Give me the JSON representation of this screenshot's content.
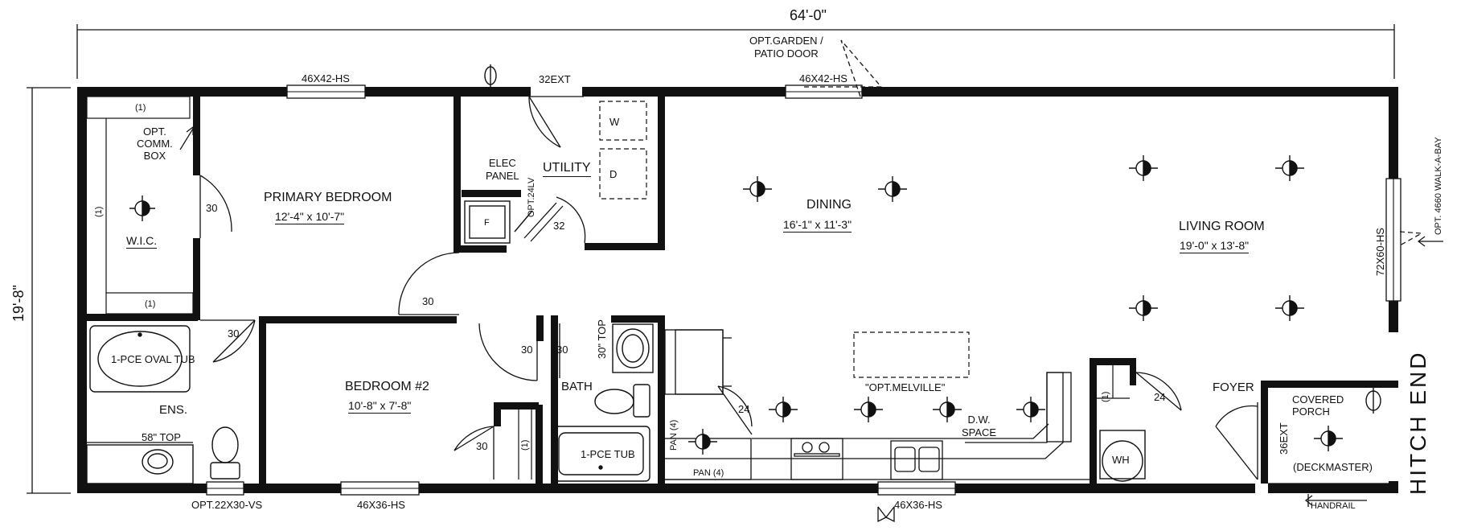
{
  "plan": {
    "overall_width": "64'-0\"",
    "overall_depth": "19'-8\"",
    "hitch_end": "HITCH END",
    "rooms": {
      "primary_bedroom": {
        "name": "PRIMARY BEDROOM",
        "size": "12'-4\" x 10'-7\""
      },
      "bedroom2": {
        "name": "BEDROOM #2",
        "size": "10'-8\" x 7'-8\""
      },
      "dining": {
        "name": "DINING",
        "size": "16'-1\" x 11'-3\""
      },
      "living_room": {
        "name": "LIVING ROOM",
        "size": "19'-0\" x 13'-8\""
      },
      "utility": "UTILITY",
      "wic": "W.I.C.",
      "ensuite": "ENS.",
      "bath": "BATH",
      "foyer": "FOYER",
      "covered_porch": "COVERED\nPORCH",
      "deckmaster": "(DECKMASTER)"
    },
    "labels": {
      "opt_comm_box": "OPT.\nCOMM.\nBOX",
      "elec_panel": "ELEC\nPANEL",
      "opt_24lv": "OPT.24LV",
      "opt_garden_patio_door": "OPT.GARDEN /\nPATIO DOOR",
      "opt_melville": "\"OPT.MELVILLE\"",
      "dw_space": "D.W.\nSPACE",
      "opt_4660_walk_a_bay": "OPT. 4660 WALK-A-BAY",
      "handrail": "HANDRAIL",
      "oval_tub": "1-PCE OVAL TUB",
      "tub": "1-PCE TUB",
      "top_58": "58\" TOP",
      "top_30": "30\" TOP",
      "wh": "WH",
      "washer": "W",
      "dryer": "D",
      "furnace": "F",
      "pan_a": "PAN (4)",
      "pan_b": "PAN (4)",
      "shelf_1": "(1)"
    },
    "windows": {
      "w_46x42_a": "46X42-HS",
      "w_46x42_b": "46X42-HS",
      "w_72x60": "72X60-HS",
      "w_46x36_a": "46X36-HS",
      "w_46x36_b": "46X36-HS",
      "w_22x30": "OPT.22X30-VS"
    },
    "doors": {
      "ext_32": "32EXT",
      "ext_36": "36EXT",
      "d30": "30",
      "d32": "32",
      "d24": "24"
    }
  }
}
